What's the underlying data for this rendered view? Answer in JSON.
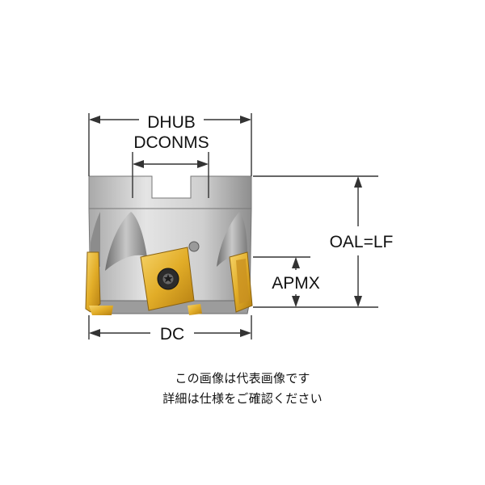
{
  "dimensions": {
    "dhub": "DHUB",
    "dconms": "DCONMS",
    "oal_lf": "OAL=LF",
    "apmx": "APMX",
    "dc": "DC"
  },
  "colors": {
    "body_light": "#d9d9d9",
    "body_dark": "#8a8a8a",
    "insert_gold": "#e0b02c",
    "insert_dark": "#b47d10",
    "line": "#333333"
  },
  "notes": {
    "line1": "この画像は代表画像です",
    "line2": "詳細は仕様をご確認ください"
  }
}
